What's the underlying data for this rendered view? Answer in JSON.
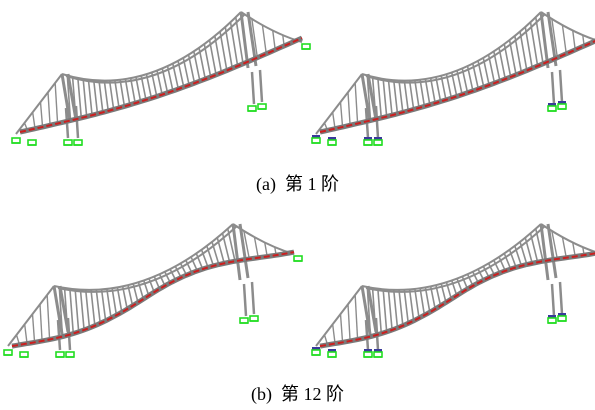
{
  "figure": {
    "captions": {
      "a": "(a)  第 1 阶",
      "b": "(b)  第 12 阶"
    },
    "colors": {
      "tower": "#8c8c8c",
      "hanger": "#8c8c8c",
      "cable": "#8c8c8c",
      "deck_shadow": "#7a7a7a",
      "deck_highlight": "#cc1f1f",
      "support_green": "#22dd22",
      "support_blue": "#3a3a9a",
      "background": "#ffffff"
    },
    "panels": [
      {
        "id": "a-left",
        "mode": 1,
        "support_style": "green"
      },
      {
        "id": "a-right",
        "mode": 1,
        "support_style": "green-blue"
      },
      {
        "id": "b-left",
        "mode": 12,
        "support_style": "green"
      },
      {
        "id": "b-right",
        "mode": 12,
        "support_style": "green-blue"
      }
    ]
  }
}
